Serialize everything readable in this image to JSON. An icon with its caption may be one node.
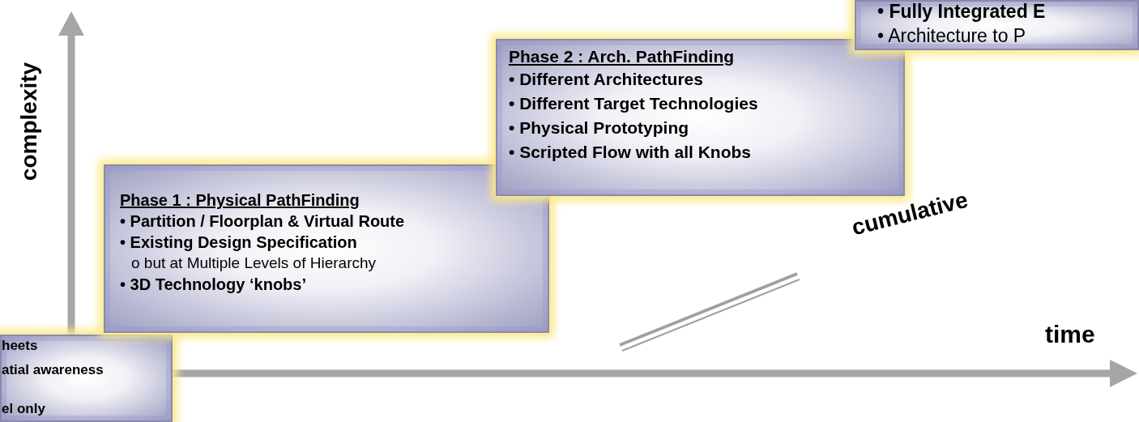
{
  "diagram": {
    "nodes": [
      {
        "text": [
          "heets",
          "atial awareness",
          "el only"
        ]
      },
      {
        "text": [
          "Phase 1 : Physical PathFinding",
          "• Partition / Floorplan & Virtual Route",
          "• Existing Design Specification",
          "o but at Multiple Levels of Hierarchy",
          "• 3D Technology ‘knobs’"
        ]
      },
      {
        "text": [
          "Phase 2 : Arch.  PathFinding",
          "• Different Architectures",
          "• Different Target Technologies",
          "• Physical Prototyping",
          "• Scripted Flow with all Knobs"
        ]
      },
      {
        "text": [
          "• Fully  Integrated E",
          "• Architecture to P"
        ]
      }
    ],
    "labels": [
      "complexity",
      "cumulative",
      "time"
    ]
  }
}
